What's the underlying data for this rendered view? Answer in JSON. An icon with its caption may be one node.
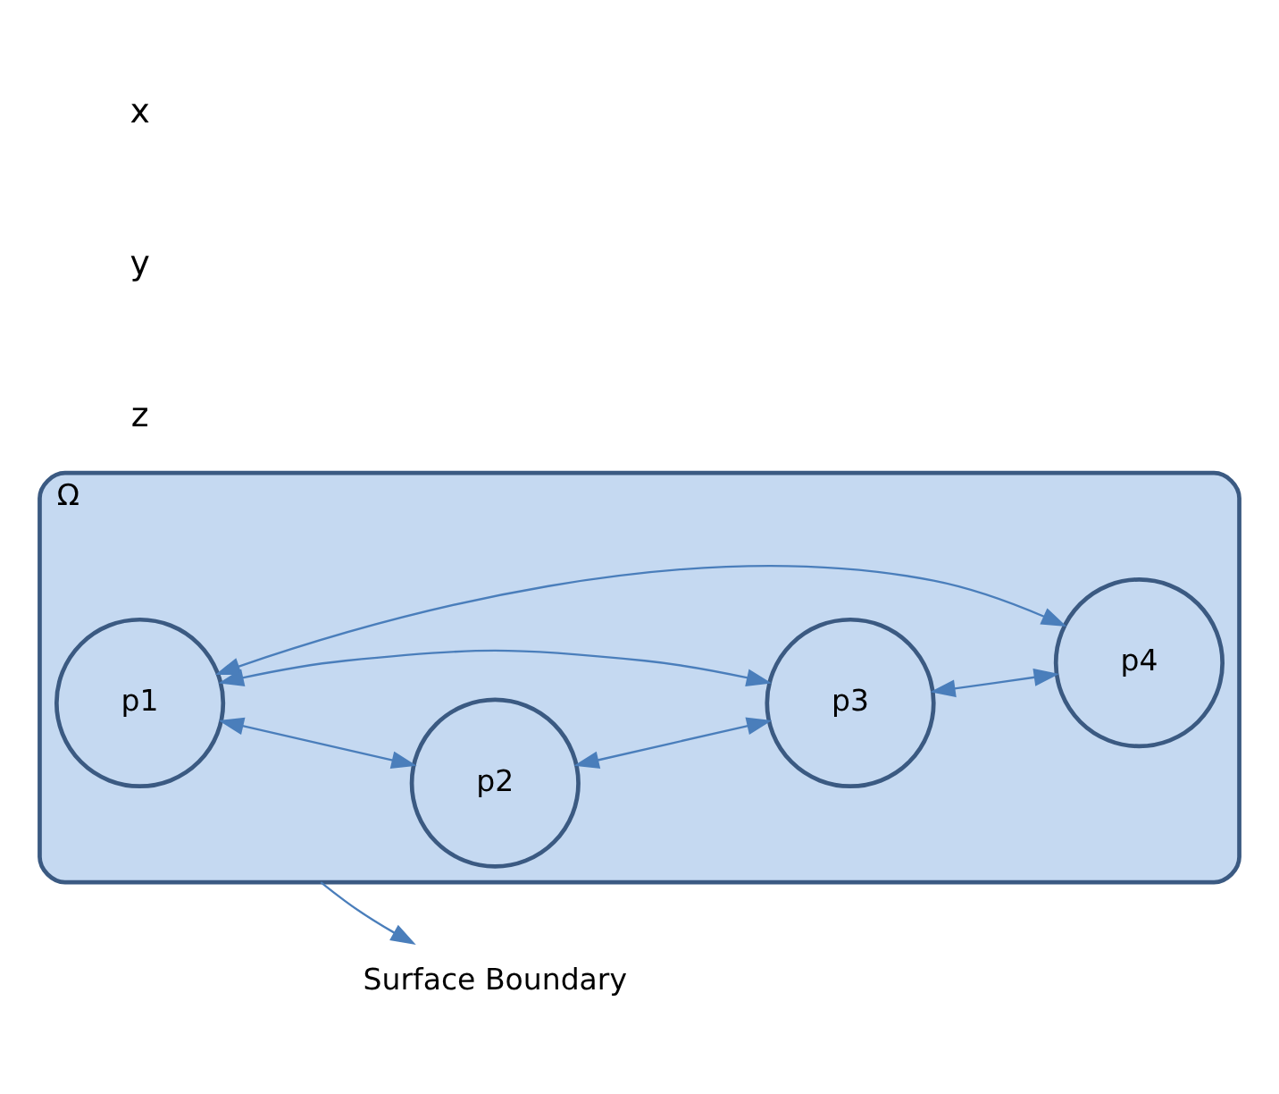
{
  "diagram": {
    "nodes": [
      {
        "text": [
          "Ω"
        ]
      },
      {
        "text": [
          "p1"
        ],
        "in": 0
      },
      {
        "text": [
          "p2"
        ],
        "in": 0
      },
      {
        "text": [
          "p3"
        ],
        "in": 0
      },
      {
        "text": [
          "p4"
        ],
        "in": 0
      },
      {
        "text": [
          "Surface Boundary"
        ]
      }
    ],
    "edges": [
      {
        "from": 1,
        "to": 4,
        "arrow": "both"
      },
      {
        "from": 1,
        "to": 2,
        "arrow": "both"
      },
      {
        "from": 1,
        "to": 3,
        "arrow": "both"
      },
      {
        "from": 2,
        "to": 3,
        "arrow": "both"
      },
      {
        "from": 3,
        "to": 4,
        "arrow": "both"
      },
      {
        "from": 0,
        "to": 5,
        "arrow": "to"
      }
    ],
    "labels": [
      "z",
      "y",
      "x"
    ]
  }
}
